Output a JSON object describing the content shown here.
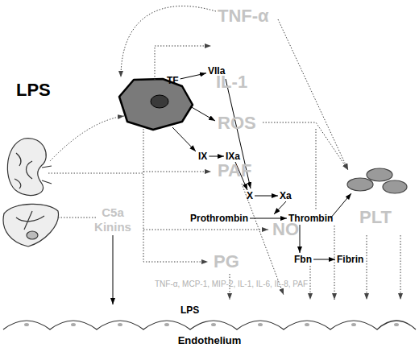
{
  "diagram": {
    "nodes": [
      {
        "text": [
          "LPS"
        ]
      },
      {
        "text": [
          "TNF-α"
        ]
      },
      {
        "text": [
          "TF"
        ]
      },
      {
        "text": [
          "VIIa"
        ]
      },
      {
        "text": [
          "IL-1"
        ]
      },
      {
        "text": [
          "IX"
        ]
      },
      {
        "text": [
          "IXa"
        ]
      },
      {
        "text": [
          "ROS"
        ]
      },
      {
        "text": [
          "PAF"
        ]
      },
      {
        "text": [
          "X"
        ]
      },
      {
        "text": [
          "Xa"
        ]
      },
      {
        "text": [
          "Prothrombin"
        ]
      },
      {
        "text": [
          "Thrombin"
        ]
      },
      {
        "text": [
          "NO"
        ]
      },
      {
        "text": [
          "PLT"
        ]
      },
      {
        "text": [
          "Fbn"
        ]
      },
      {
        "text": [
          "Fibrin"
        ]
      },
      {
        "text": [
          "PG"
        ]
      },
      {
        "text": [
          "C5a Kinins"
        ]
      },
      {
        "text": [
          "LPS"
        ]
      },
      {
        "text": [
          "Endothelium"
        ]
      }
    ],
    "edges": [
      {
        "from": 2,
        "to": 3,
        "arrow": "to"
      },
      {
        "from": 5,
        "to": 6,
        "arrow": "to"
      },
      {
        "from": 6,
        "to": 9,
        "arrow": "to"
      },
      {
        "from": 9,
        "to": 10,
        "arrow": "to"
      },
      {
        "from": 11,
        "to": 12,
        "arrow": "to"
      },
      {
        "from": 15,
        "to": 16,
        "arrow": "to"
      }
    ],
    "labels": [
      "TNF-α, MCP-1, MIP-2, IL-1, IL-6, IL-8, PAF"
    ]
  }
}
